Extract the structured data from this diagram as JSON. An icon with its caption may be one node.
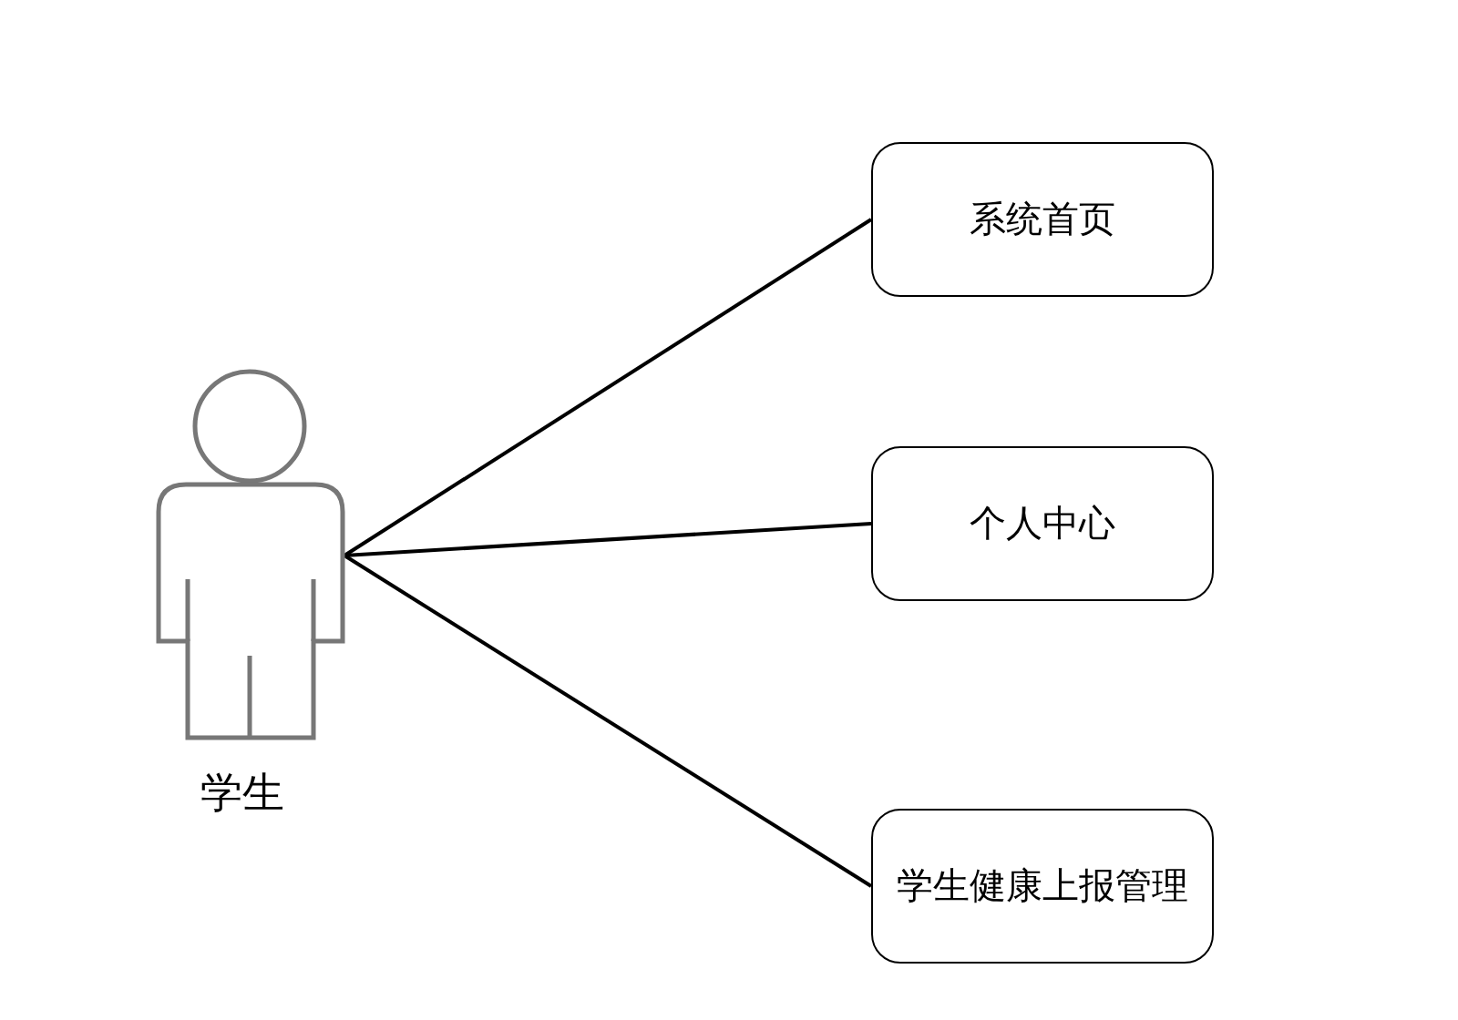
{
  "diagram": {
    "nodes": [
      {
        "text": [
          "学生"
        ]
      },
      {
        "text": [
          "系统首页"
        ]
      },
      {
        "text": [
          "个人中心"
        ]
      },
      {
        "text": [
          "学生健康上报管理"
        ]
      }
    ],
    "edges": [
      {
        "from": 0,
        "to": 1,
        "arrow": "none"
      },
      {
        "from": 0,
        "to": 2,
        "arrow": "none"
      },
      {
        "from": 0,
        "to": 3,
        "arrow": "none"
      }
    ]
  }
}
